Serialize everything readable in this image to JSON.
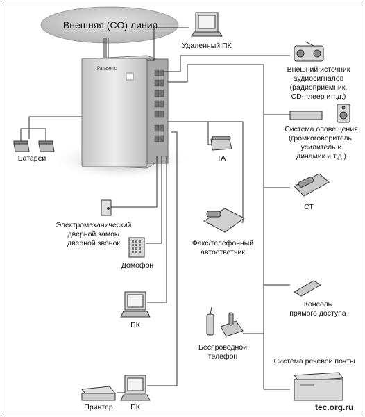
{
  "cloud_label": "Внешняя (CO) линия",
  "brand": "Panasonic",
  "labels": {
    "remote_pc": "Удаленный ПК",
    "audio_source": [
      "Внешний источник",
      "аудиосигналов",
      "(радиоприемник,",
      "CD-плеер и т.д.)"
    ],
    "paging": [
      "Система оповещения",
      "(громкоговоритель,",
      "усилитель и",
      "динамик и т.д.)"
    ],
    "batteries": "Батареи",
    "ta": "TA",
    "st": "СТ",
    "door": [
      "Электромеханический",
      "дверной замок/",
      "дверной звонок"
    ],
    "fax": [
      "Факс/телефонный",
      "автоответчик"
    ],
    "doorphone": "Домофон",
    "console": [
      "Консоль",
      "прямого доступа"
    ],
    "pc1": "ПК",
    "cordless": [
      "Беспроводной",
      "телефон"
    ],
    "voicemail": "Система речевой почты",
    "printer": "Принтер",
    "pc2": "ПК"
  },
  "watermark": "tec.org.ru",
  "colors": {
    "line": "#2b2b2b",
    "device": "#d9d9d9",
    "device_dark": "#8a8a8a",
    "cloud": "#c9c9c9",
    "shadow": "#bdbdbd"
  }
}
